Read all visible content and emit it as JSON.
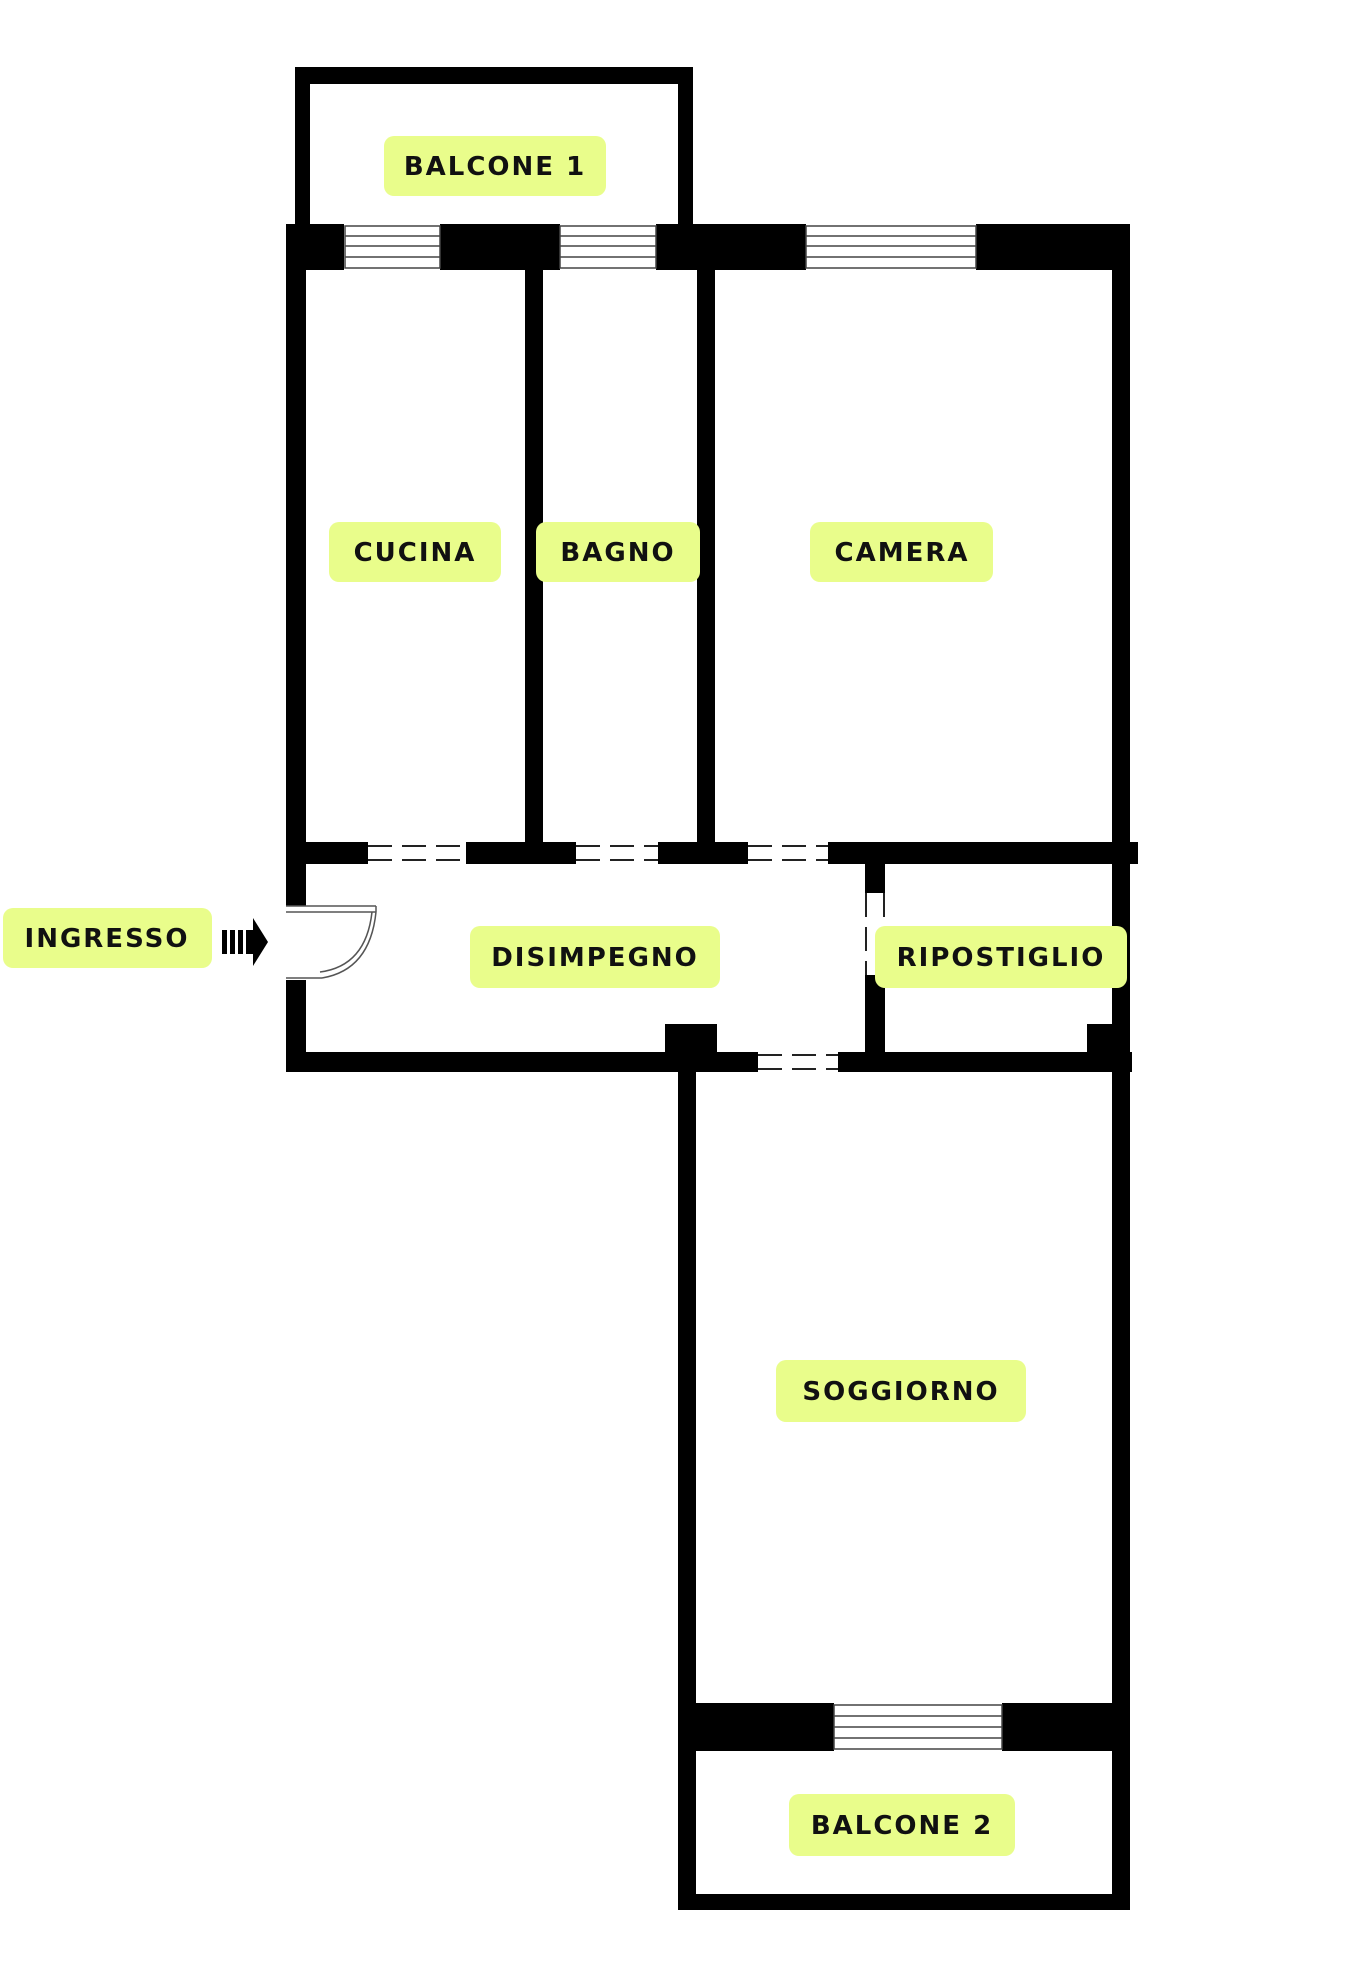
{
  "colors": {
    "wall": "#000000",
    "label_bg": "#e9fd8b",
    "label_text": "#111111",
    "window": "#ffffff"
  },
  "labels": {
    "balcone1": "BALCONE 1",
    "cucina": "CUCINA",
    "bagno": "BAGNO",
    "camera": "CAMERA",
    "ingresso": "INGRESSO",
    "disimpegno": "DISIMPEGNO",
    "ripostiglio": "RIPOSTIGLIO",
    "soggiorno": "SOGGIORNO",
    "balcone2": "BALCONE 2"
  },
  "icons": {
    "entrance": "entrance-arrow-icon",
    "door": "door-swing-icon"
  }
}
